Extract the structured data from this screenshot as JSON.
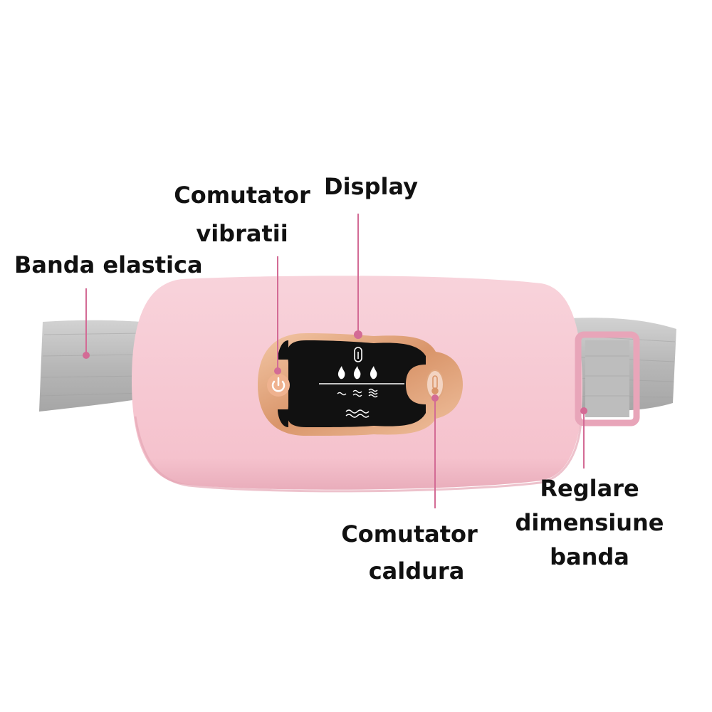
{
  "labels": {
    "banda_elastica": "Banda elastica",
    "comutator_vibratii": [
      "Comutator",
      "vibratii"
    ],
    "display": "Display",
    "comutator_caldura": [
      "Comutator",
      "caldura"
    ],
    "reglare": [
      "Reglare",
      "dimensiune",
      "banda"
    ]
  },
  "colors": {
    "body_pink": "#f6c7d1",
    "strap_gray": "#b9b9b9",
    "bezel_gold": "#e0a77f",
    "screen": "#111111",
    "leader": "#d36b95",
    "buckle_pink": "#e8a5b9"
  },
  "icons": [
    "power-icon",
    "thermometer-icon",
    "flame-icon",
    "wave-icon",
    "vibration-icon"
  ]
}
